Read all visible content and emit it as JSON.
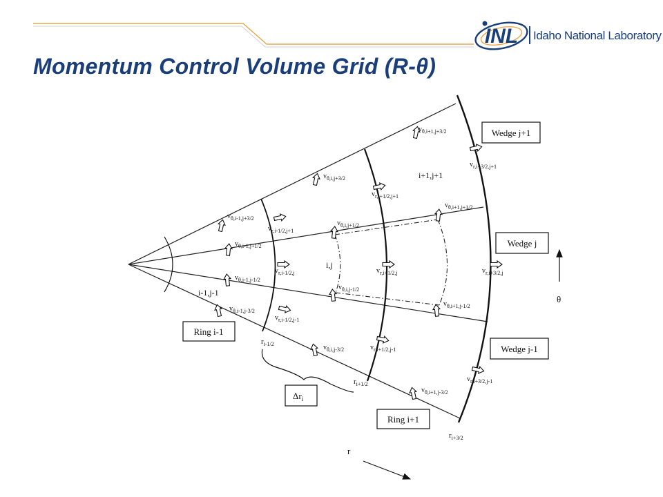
{
  "slide": {
    "title": "Momentum Control Volume Grid (R-θ)"
  },
  "logo": {
    "mark": "INL",
    "text": "Idaho National Laboratory",
    "colors": {
      "primary": "#1a3e7a",
      "accent": "#e8a64c"
    }
  },
  "diagram": {
    "boxes": {
      "wedge_j_plus_1": "Wedge j+1",
      "wedge_j": "Wedge j",
      "wedge_j_minus_1": "Wedge j-1",
      "ring_i_minus_1": "Ring i-1",
      "ring_i_plus_1": "Ring i+1",
      "delta_r": {
        "base": "Δr",
        "sub": "i"
      }
    },
    "cells": {
      "i_plus_1_j_plus_1": "i+1,j+1",
      "i_j": "i,j",
      "i_minus_1_j_minus_1": "i-1,j-1"
    },
    "radius_labels": [
      {
        "base": "r",
        "sub": "i-1/2"
      },
      {
        "base": "r",
        "sub": "i+1/2"
      },
      {
        "base": "r",
        "sub": "i+3/2"
      }
    ],
    "axes": {
      "theta": "θ",
      "r": "r"
    },
    "velocity_labels": [
      {
        "base": "v",
        "sub": "θ,i+1,j+3/2"
      },
      {
        "base": "v",
        "sub": "θ,i,j+3/2"
      },
      {
        "base": "v",
        "sub": "θ,i-1,j+3/2"
      },
      {
        "base": "v",
        "sub": "r,i+3/2,j+1"
      },
      {
        "base": "v",
        "sub": "r,i+1/2,j+1"
      },
      {
        "base": "v",
        "sub": "θ,i+1,j+1/2"
      },
      {
        "base": "v",
        "sub": "θ,i,j+1/2"
      },
      {
        "base": "v",
        "sub": "r,i-1/2,j+1"
      },
      {
        "base": "v",
        "sub": "θ,i-1,j+1/2"
      },
      {
        "base": "v",
        "sub": "r,i-1/2,j"
      },
      {
        "base": "v",
        "sub": "r,i+1/2,j"
      },
      {
        "base": "v",
        "sub": "r,i+3/2,j"
      },
      {
        "base": "v",
        "sub": "θ,i-1,j-1/2"
      },
      {
        "base": "v",
        "sub": "θ,i,j-1/2"
      },
      {
        "base": "v",
        "sub": "θ,i+1,j-1/2"
      },
      {
        "base": "v",
        "sub": "θ,i-1,j-3/2"
      },
      {
        "base": "v",
        "sub": "r,i-1/2,j-1"
      },
      {
        "base": "v",
        "sub": "θ,i,j-3/2"
      },
      {
        "base": "v",
        "sub": "r,i+1/2,j-1"
      },
      {
        "base": "v",
        "sub": "θ,i+1,j-3/2"
      },
      {
        "base": "v",
        "sub": "r,i+3/2,j-1"
      }
    ]
  }
}
